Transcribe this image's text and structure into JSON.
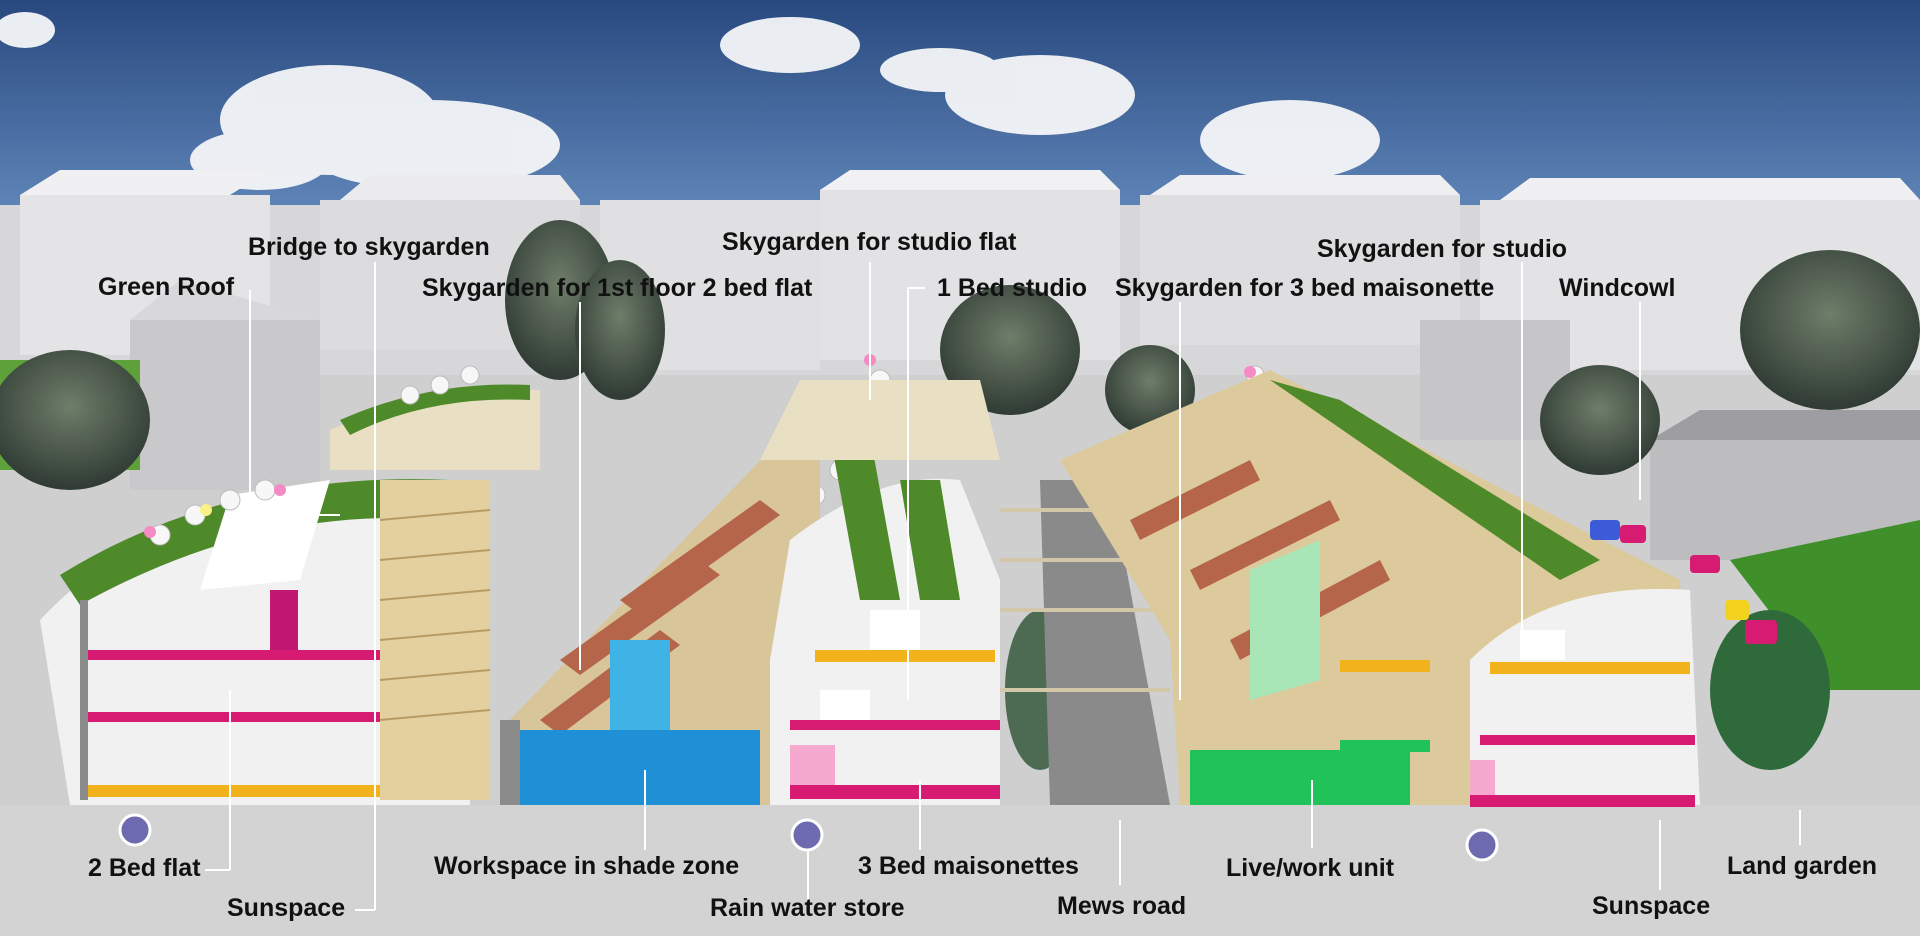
{
  "labels": {
    "green_roof": "Green Roof",
    "bridge_to_skygarden": "Bridge to skygarden",
    "skygarden_1st_floor_2bed": "Skygarden for 1st floor 2 bed flat",
    "skygarden_studio_flat": "Skygarden for studio flat",
    "one_bed_studio": "1 Bed studio",
    "skygarden_3bed_maisonette": "Skygarden for 3 bed maisonette",
    "skygarden_studio": "Skygarden for studio",
    "windcowl": "Windcowl",
    "two_bed_flat": "2 Bed flat",
    "sunspace_left": "Sunspace",
    "workspace_shade_zone": "Workspace in shade zone",
    "rain_water_store": "Rain water store",
    "three_bed_maisonettes": "3 Bed maisonettes",
    "mews_road": "Mews road",
    "live_work_unit": "Live/work unit",
    "sunspace_right": "Sunspace",
    "land_garden": "Land garden"
  },
  "colors": {
    "sky_top": "#2b4f86",
    "sky_bottom": "#5f8ac0",
    "ground": "#d3d3d3",
    "green_roof": "#4f8a2a",
    "magenta_floor": "#d81b72",
    "yellow_floor": "#f2b21c",
    "blue_floor": "#1f8fd6",
    "green_floor": "#22c25a",
    "timber": "#e4cf9f",
    "brick": "#b5654a"
  }
}
